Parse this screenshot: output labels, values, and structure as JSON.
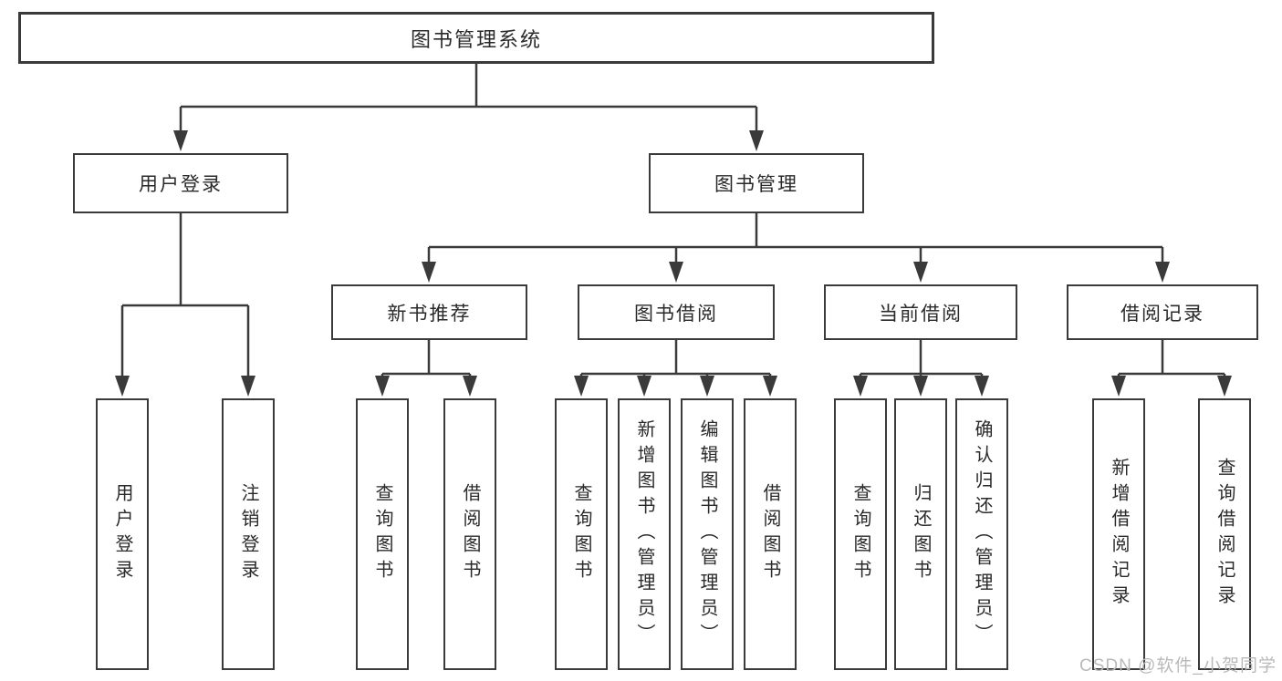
{
  "diagram": {
    "root": {
      "label": "图书管理系统"
    },
    "level2": [
      {
        "label": "用户登录"
      },
      {
        "label": "图书管理"
      }
    ],
    "level3": [
      {
        "label": "新书推荐"
      },
      {
        "label": "图书借阅"
      },
      {
        "label": "当前借阅"
      },
      {
        "label": "借阅记录"
      }
    ],
    "leaves": {
      "user_login": [
        "用户登录",
        "注销登录"
      ],
      "new_books": [
        "查询图书",
        "借阅图书"
      ],
      "book_borrow": [
        "查询图书",
        "新增图书（管理员）",
        "编辑图书（管理员）",
        "借阅图书"
      ],
      "current_borrow": [
        "查询图书",
        "归还图书",
        "确认归还（管理员）"
      ],
      "borrow_records": [
        "新增借阅记录",
        "查询借阅记录"
      ]
    }
  },
  "watermark": "CSDN @软件_小贺同学",
  "colors": {
    "line": "#3a3a3a",
    "ink": "#2a2a2a",
    "watermark": "#b9b9b9",
    "background": "#ffffff"
  }
}
